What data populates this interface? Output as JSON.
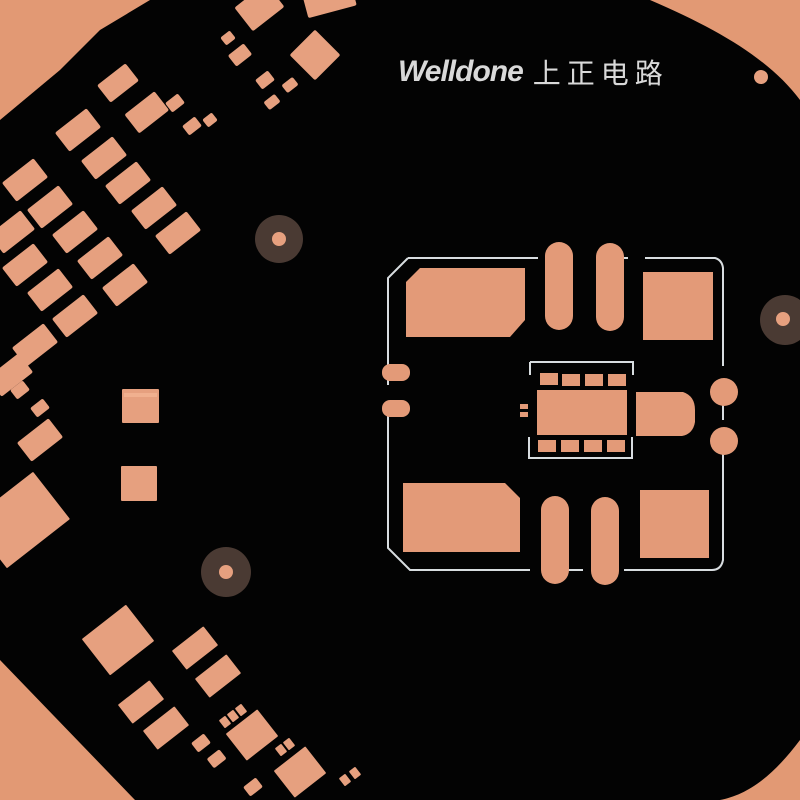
{
  "image": {
    "subject": "Close-up photo of a black solder-mask printed circuit board with exposed copper pads",
    "colors": {
      "solder_mask": "#030303",
      "copper": "#e39a78",
      "silkscreen": "#d8dde0",
      "via_ring": "#4a3a33"
    }
  },
  "logo": {
    "brand_en": "Welldone",
    "brand_cn": "上正电路"
  },
  "features": {
    "mounting_holes": 3,
    "main_module": "Square silkscreen-outlined power module with four large pads, four oblong pads, central IC footprint with 8 small pads, and side connector pads"
  }
}
